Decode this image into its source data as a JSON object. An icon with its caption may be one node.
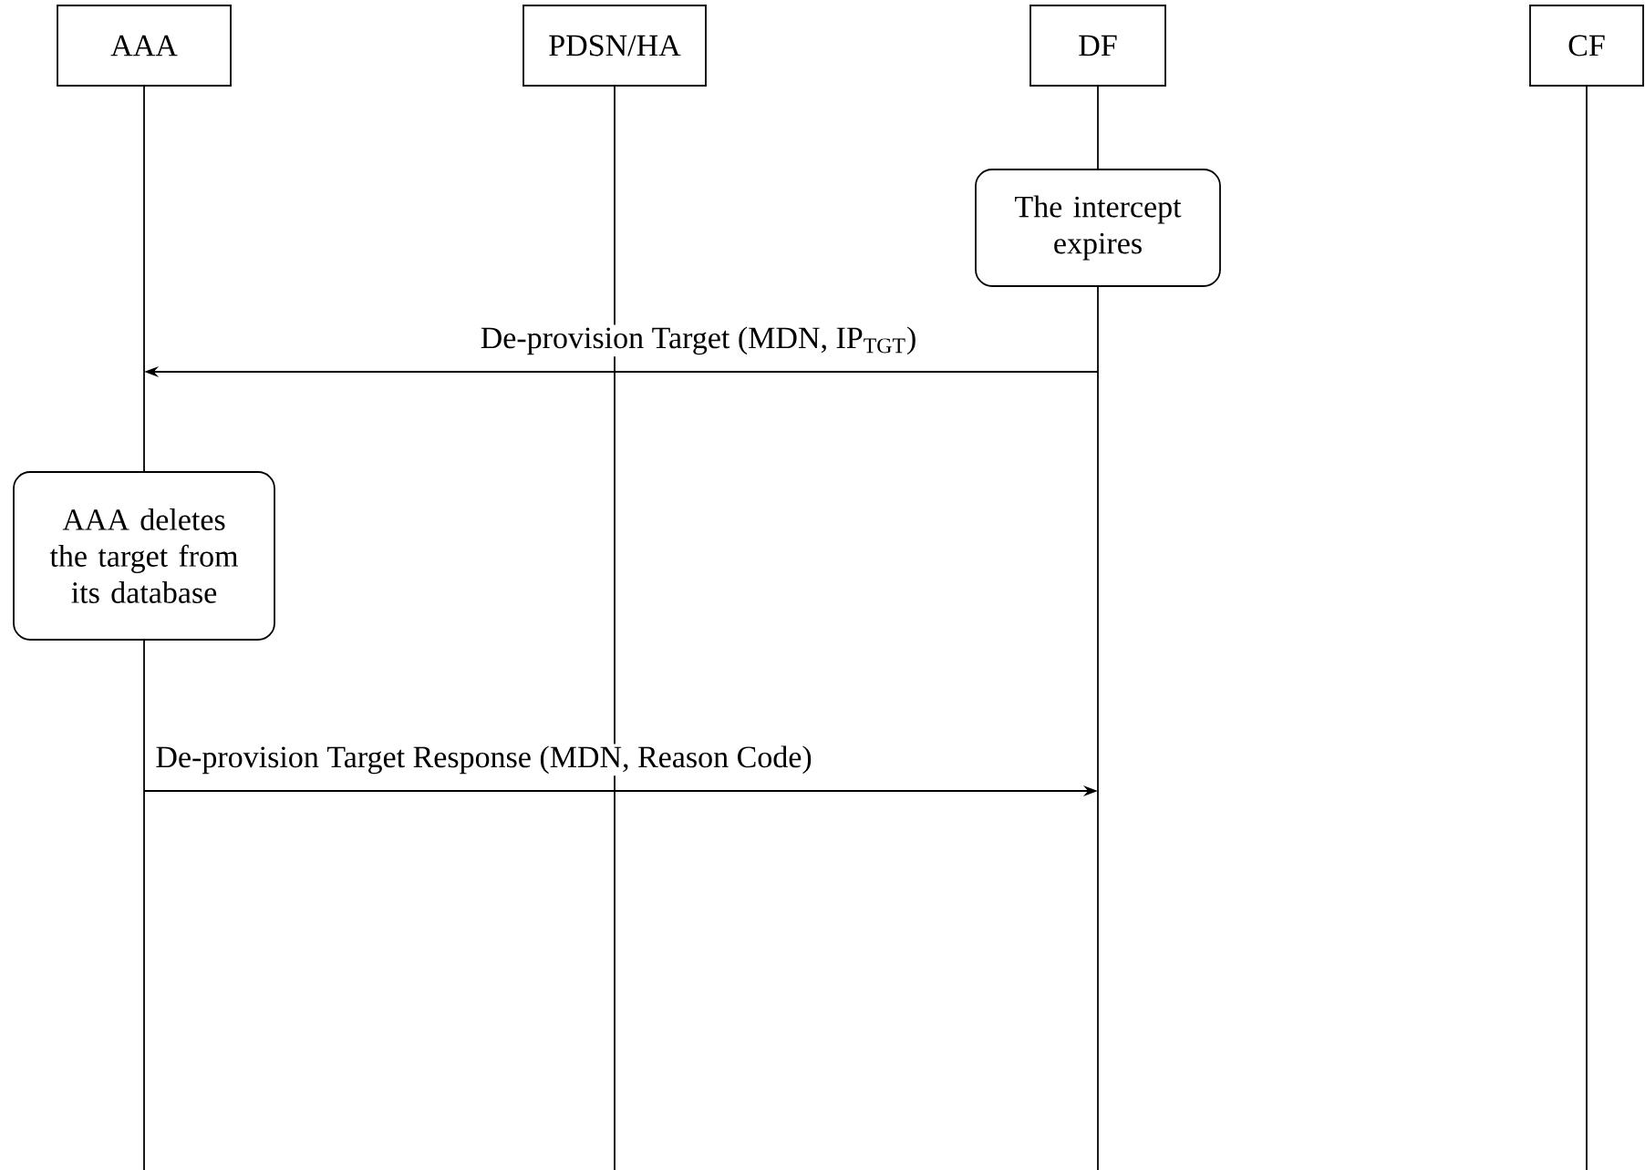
{
  "diagram": {
    "nodes": [
      {
        "text": [
          "AAA"
        ]
      },
      {
        "text": [
          "PDSN/HA"
        ]
      },
      {
        "text": [
          "DF"
        ]
      },
      {
        "text": [
          "CF"
        ]
      },
      {
        "text": [
          "The intercept expires"
        ]
      },
      {
        "text": [
          "AAA deletes the target from its database"
        ]
      }
    ],
    "edges": [
      {
        "from": 2,
        "to": 0,
        "arrow": "to",
        "label": "De-provision Target (MDN, IP$_{TGT}$)"
      },
      {
        "from": 0,
        "to": 2,
        "arrow": "to",
        "label": "De-provision Target Response (MDN, Reason Code)"
      }
    ]
  }
}
